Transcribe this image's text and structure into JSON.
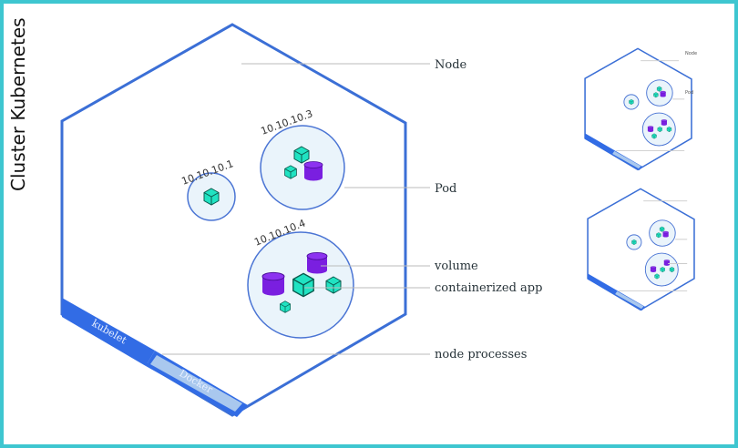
{
  "title": "Cluster Kubernetes",
  "node_diagram": {
    "labels": {
      "node": "Node",
      "pod": "Pod",
      "volume": "volume",
      "containerized_app": "containerized app",
      "node_processes": "node processes"
    },
    "pods": [
      {
        "ip": "10.10.10.1",
        "containers": 1,
        "volumes": 0
      },
      {
        "ip": "10.10.10.3",
        "containers": 2,
        "volumes": 1
      },
      {
        "ip": "10.10.10.4",
        "containers": 3,
        "volumes": 2
      }
    ],
    "processes": [
      "kubelet",
      "Docker"
    ]
  },
  "mini_nodes": [
    {
      "label_node": "Node",
      "label_pod": "Pod"
    },
    {
      "label_node": "",
      "label_pod": ""
    }
  ],
  "colors": {
    "frame": "#3ec6d0",
    "node_outline": "#3b6fd6",
    "kubelet": "#326ce5",
    "docker": "#a9c8ee",
    "container": "#20e3c2",
    "volume": "#7a1fe0",
    "pod_fill": "#eaf4fb",
    "pod_stroke": "#4a74d4"
  }
}
